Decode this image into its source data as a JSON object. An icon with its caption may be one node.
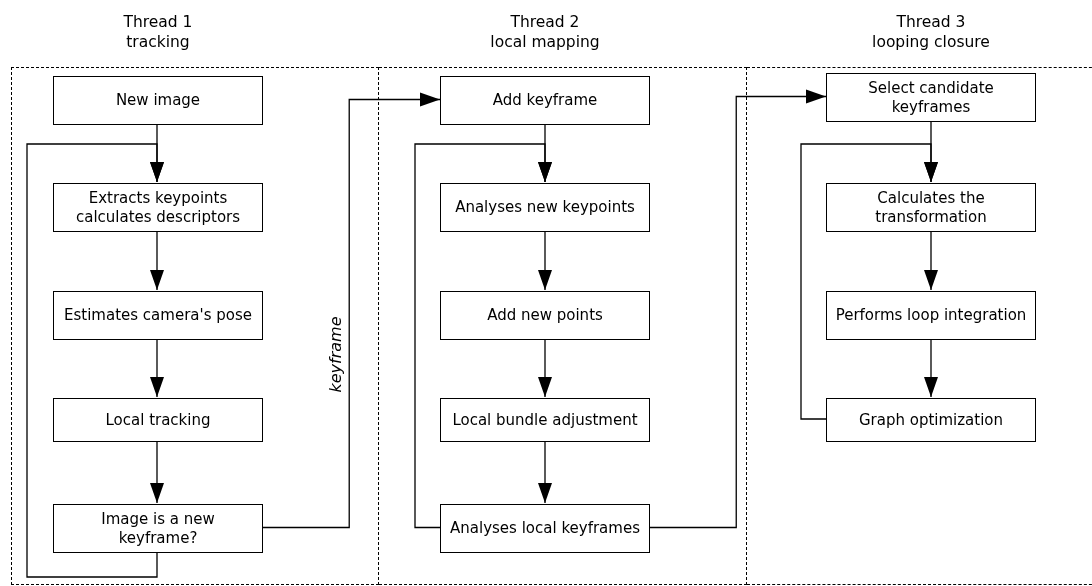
{
  "diagram": {
    "nodes": [
      {
        "text": [
          "Thread 1",
          "tracking"
        ]
      },
      {
        "text": [
          "New image"
        ],
        "in": 0
      },
      {
        "text": [
          "Extracts keypoints calculates descriptors"
        ],
        "in": 0
      },
      {
        "text": [
          "Estimates camera's pose"
        ],
        "in": 0
      },
      {
        "text": [
          "Local tracking"
        ],
        "in": 0
      },
      {
        "text": [
          "Image is a new keyframe?"
        ],
        "in": 0
      },
      {
        "text": [
          "Thread 2",
          "local mapping"
        ]
      },
      {
        "text": [
          "Add keyframe"
        ],
        "in": 6
      },
      {
        "text": [
          "Analyses new keypoints"
        ],
        "in": 6
      },
      {
        "text": [
          "Add new points"
        ],
        "in": 6
      },
      {
        "text": [
          "Local bundle adjustment"
        ],
        "in": 6
      },
      {
        "text": [
          "Analyses local keyframes"
        ],
        "in": 6
      },
      {
        "text": [
          "Thread 3",
          "looping closure"
        ]
      },
      {
        "text": [
          "Select candidate keyframes"
        ],
        "in": 12
      },
      {
        "text": [
          "Calculates the transformation"
        ],
        "in": 12
      },
      {
        "text": [
          "Performs loop integration"
        ],
        "in": 12
      },
      {
        "text": [
          "Graph optimization"
        ],
        "in": 12
      }
    ],
    "edges": [
      {
        "from": 1,
        "to": 2,
        "arrow": "to"
      },
      {
        "from": 2,
        "to": 3,
        "arrow": "to"
      },
      {
        "from": 3,
        "to": 4,
        "arrow": "to"
      },
      {
        "from": 4,
        "to": 5,
        "arrow": "to"
      },
      {
        "from": 5,
        "to": 2,
        "arrow": "to"
      },
      {
        "from": 5,
        "to": 7,
        "arrow": "to",
        "label": "keyframe"
      },
      {
        "from": 7,
        "to": 8,
        "arrow": "to"
      },
      {
        "from": 8,
        "to": 9,
        "arrow": "to"
      },
      {
        "from": 9,
        "to": 10,
        "arrow": "to"
      },
      {
        "from": 10,
        "to": 11,
        "arrow": "to"
      },
      {
        "from": 11,
        "to": 8,
        "arrow": "to"
      },
      {
        "from": 11,
        "to": 13,
        "arrow": "to"
      },
      {
        "from": 13,
        "to": 14,
        "arrow": "to"
      },
      {
        "from": 14,
        "to": 15,
        "arrow": "to"
      },
      {
        "from": 15,
        "to": 16,
        "arrow": "to"
      },
      {
        "from": 16,
        "to": 14,
        "arrow": "to"
      }
    ]
  }
}
